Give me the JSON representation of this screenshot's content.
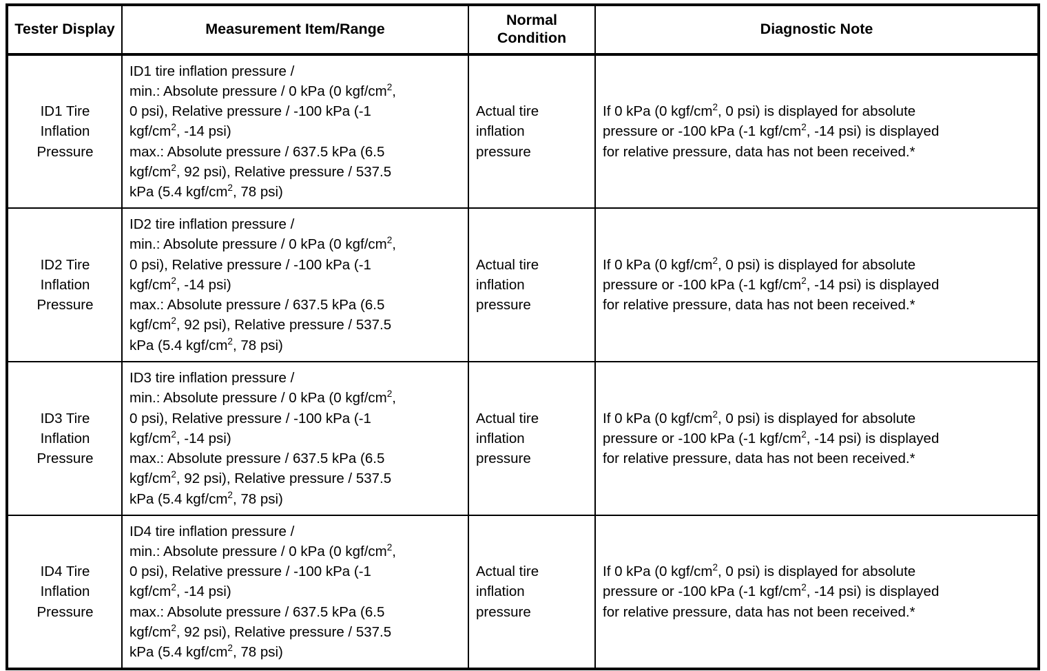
{
  "table": {
    "headers": [
      {
        "id": "tester-display",
        "label": "Tester\nDisplay"
      },
      {
        "id": "measurement-item-range",
        "label": "Measurement Item/Range"
      },
      {
        "id": "normal-condition",
        "label": "Normal\nCondition"
      },
      {
        "id": "diagnostic-note",
        "label": "Diagnostic Note"
      }
    ],
    "rows": [
      {
        "tester_display": "ID1 Tire\nInflation\nPressure",
        "measurement_item": "ID1 tire inflation pressure /\nmin.: Absolute pressure / 0 kPa (0 kgf/cm^2,\n0 psi), Relative pressure / -100 kPa (-1\nkgf/cm^2, -14 psi)\nmax.: Absolute pressure / 637.5 kPa (6.5\nkgf/cm^2, 92 psi), Relative pressure / 537.5\nkPa (5.4 kgf/cm^2, 78 psi)",
        "normal_condition": "Actual tire\ninflation\npressure",
        "diagnostic_note": "If 0 kPa (0 kgf/cm^2, 0 psi) is displayed for absolute\npressure or -100 kPa (-1 kgf/cm^2, -14 psi) is displayed\nfor relative pressure, data has not been received.*"
      },
      {
        "tester_display": "ID2 Tire\nInflation\nPressure",
        "measurement_item": "ID2 tire inflation pressure /\nmin.: Absolute pressure / 0 kPa (0 kgf/cm^2,\n0 psi), Relative pressure / -100 kPa (-1\nkgf/cm^2, -14 psi)\nmax.: Absolute pressure / 637.5 kPa (6.5\nkgf/cm^2, 92 psi), Relative pressure / 537.5\nkPa (5.4 kgf/cm^2, 78 psi)",
        "normal_condition": "Actual tire\ninflation\npressure",
        "diagnostic_note": "If 0 kPa (0 kgf/cm^2, 0 psi) is displayed for absolute\npressure or -100 kPa (-1 kgf/cm^2, -14 psi) is displayed\nfor relative pressure, data has not been received.*"
      },
      {
        "tester_display": "ID3 Tire\nInflation\nPressure",
        "measurement_item": "ID3 tire inflation pressure /\nmin.: Absolute pressure / 0 kPa (0 kgf/cm^2,\n0 psi), Relative pressure / -100 kPa (-1\nkgf/cm^2, -14 psi)\nmax.: Absolute pressure / 637.5 kPa (6.5\nkgf/cm^2, 92 psi), Relative pressure / 537.5\nkPa (5.4 kgf/cm^2, 78 psi)",
        "normal_condition": "Actual tire\ninflation\npressure",
        "diagnostic_note": "If 0 kPa (0 kgf/cm^2, 0 psi) is displayed for absolute\npressure or -100 kPa (-1 kgf/cm^2, -14 psi) is displayed\nfor relative pressure, data has not been received.*"
      },
      {
        "tester_display": "ID4 Tire\nInflation\nPressure",
        "measurement_item": "ID4 tire inflation pressure /\nmin.: Absolute pressure / 0 kPa (0 kgf/cm^2,\n0 psi), Relative pressure / -100 kPa (-1\nkgf/cm^2, -14 psi)\nmax.: Absolute pressure / 637.5 kPa (6.5\nkgf/cm^2, 92 psi), Relative pressure / 537.5\nkPa (5.4 kgf/cm^2, 78 psi)",
        "normal_condition": "Actual tire\ninflation\npressure",
        "diagnostic_note": "If 0 kPa (0 kgf/cm^2, 0 psi) is displayed for absolute\npressure or -100 kPa (-1 kgf/cm^2, -14 psi) is displayed\nfor relative pressure, data has not been received.*"
      }
    ]
  }
}
